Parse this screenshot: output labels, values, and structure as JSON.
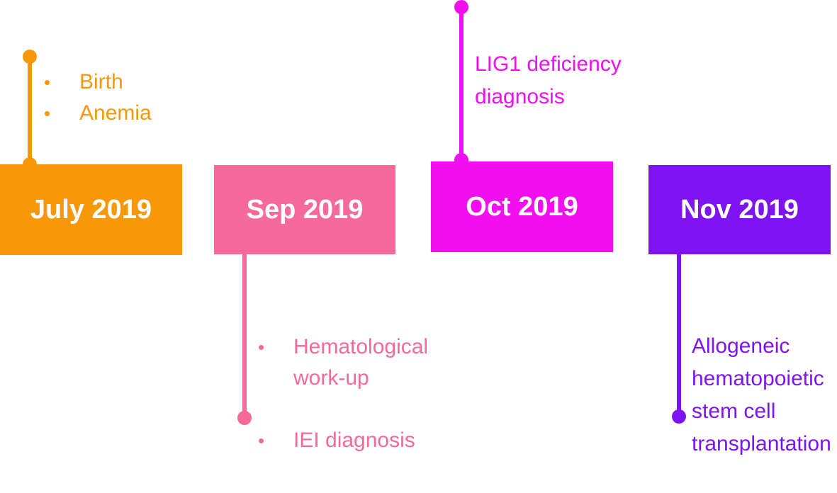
{
  "events": [
    {
      "date": "July 2019",
      "color": "#F7980B",
      "notes": [
        "Birth",
        "Anemia"
      ]
    },
    {
      "date": "Sep 2019",
      "color": "#F56A9B",
      "notes": [
        "Hematological\nwork-up",
        "IEI diagnosis"
      ]
    },
    {
      "date": "Oct 2019",
      "color": "#F20FEF",
      "notes": [
        "LIG1 deficiency\ndiagnosis"
      ]
    },
    {
      "date": "Nov 2019",
      "color": "#7D14F1",
      "notes": [
        "Allogeneic\nhematopoietic\nstem cell\ntransplantation"
      ]
    }
  ]
}
